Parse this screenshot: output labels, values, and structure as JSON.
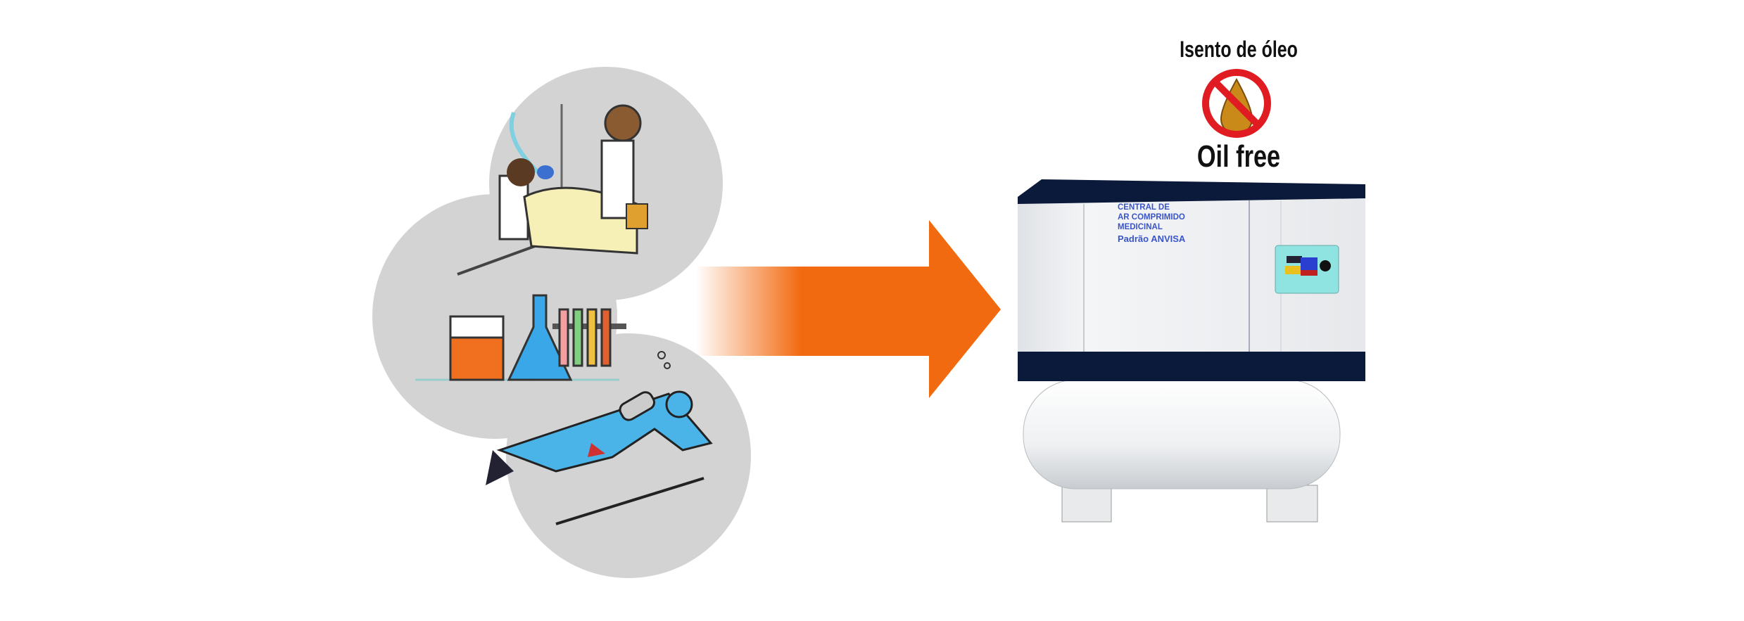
{
  "badge": {
    "title_pt": "Isento de óleo",
    "title_en": "Oil free",
    "icon": "no-oil-icon",
    "colors": {
      "ring": "#e01b22",
      "drop": "#c98a1a"
    }
  },
  "compressor": {
    "label_lines": [
      "CENTRAL DE",
      "AR COMPRIMIDO",
      "MEDICINAL"
    ],
    "label_sub": "Padrão ANVISA",
    "colors": {
      "cabinet": "#eef0f2",
      "trim": "#0b1a3a",
      "text": "#3a55c8",
      "panel": "#8fe3e0"
    }
  },
  "arrow": {
    "color": "#f26a10"
  },
  "illustrations": [
    "hospital-patient",
    "laboratory-glassware",
    "scuba-diver"
  ]
}
